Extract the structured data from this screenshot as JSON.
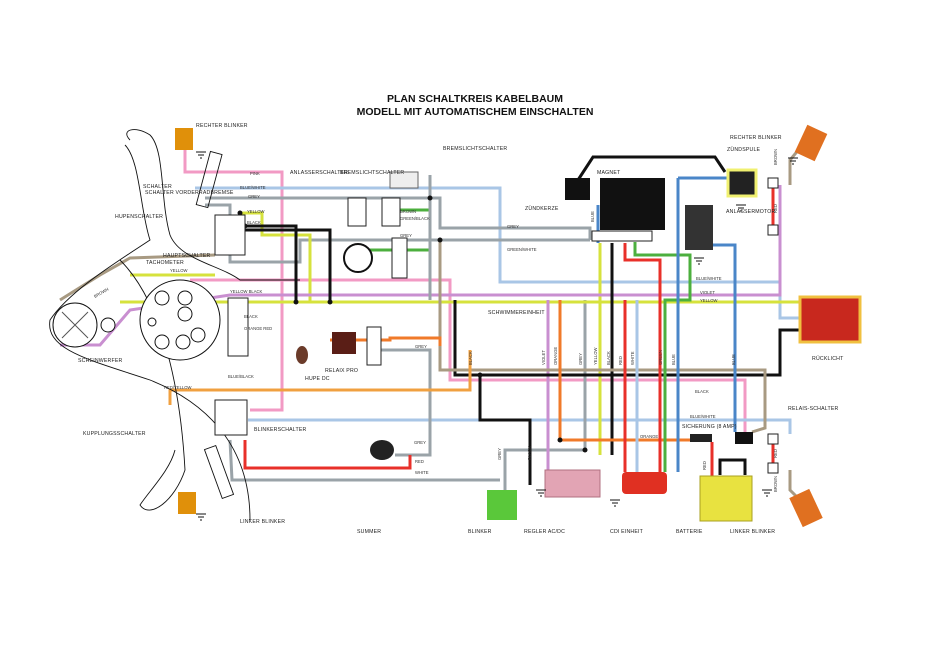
{
  "title": {
    "line1": "PLAN SCHALTKREIS KABELBAUM",
    "line2": "MODELL MIT AUTOMATISCHEM EINSCHALTEN"
  },
  "components": {
    "rechter_blinker_front": "RECHTER BLINKER",
    "schalter_vorderradbremse": "SCHALTER VORDERRADBREMSE",
    "hupenschalter": "HUPENSCHALTER",
    "hauptschalter": "HAUPTSCHALTER",
    "tachometer": "TACHOMETER",
    "scheinwerfer": "SCHEINWERFER",
    "kupplungsschalter": "KUPPLUNGSSCHALTER",
    "linker_blinker_front": "LINKER BLINKER",
    "blinkerschalter": "BLINKERSCHALTER",
    "hupe": "HUPE DC",
    "relaix": "RELAIX PRO",
    "summer": "SUMMER",
    "blinker": "BLINKER",
    "regler": "REGLER AC/DC",
    "cdi": "CDI EINHEIT",
    "batterie": "BATTERIE",
    "linker_blinker_rear": "LINKER BLINKER",
    "ruecklicht": "RÜCKLICHT",
    "relais_schalter": "RELAIS-SCHALTER",
    "sicherung": "SICHERUNG (8 AMP)",
    "schwimmereinheit": "SCHWIMMEREINHEIT",
    "bremslichtschalter": "BREMSLICHTSCHALTER",
    "magnet": "MAGNET",
    "zuendkerze": "ZÜNDKERZE",
    "zuendspule": "ZÜNDSPULE",
    "rechter_blinker_rear": "RECHTER BLINKER",
    "anlassermotor": "ANLASSERMOTOR",
    "anlasserschalter": "ANLASSERSCHALTER",
    "bremsschalter_hinten": "BREMSLICHTSCHALTER"
  },
  "wire_labels": {
    "pink": "PINK",
    "blue_white_top": "BLUE/WHITE",
    "grey_top": "GREY",
    "yellow_a": "YELLOW",
    "black_a": "BLACK",
    "brown": "BROWN",
    "green_black": "GREEN/BLACK",
    "grey_b": "GREY",
    "yellow_b": "YELLOW",
    "yellow_black": "YELLOW BLACK",
    "black_b": "BLACK",
    "orange_red": "ORANGE RED",
    "blue_black": "BLUE/BLACK",
    "red_yellow": "RED/YELLOW",
    "grey_c": "GREY",
    "grey_d": "GREY",
    "red": "RED",
    "white": "WHITE",
    "grey_e": "GREY",
    "green_white": "GREEN/WHITE",
    "blue_mag": "BLUE",
    "blue_white_r": "BLUE/WHITE",
    "violet": "VIOLET",
    "yellow_r": "YELLOW",
    "black_v": "BLACK",
    "violet_v": "VIOLET",
    "orange_v": "ORANGE",
    "grey_v": "GREY",
    "yellow_v": "YELLOW",
    "black_v2": "BLACK",
    "red_v": "RED",
    "white_v": "WHITE",
    "green_v": "GREEN",
    "blue_v": "BLUE",
    "blue_v2": "BLUE",
    "black_h": "BLACK",
    "blue_white_h": "BLUE/WHITE",
    "orange_h": "ORANGE",
    "red_bat": "RED",
    "grey_bl": "GREY",
    "black_reg": "BLACK",
    "red_rb": "RED",
    "brown_rb": "BROWN",
    "brown_front": "BROWN",
    "red_lb": "RED",
    "brown_lb": "BROWN"
  },
  "colors": {
    "pink": "#f29ac4",
    "violet": "#c98fd0",
    "blue_white": "#a9c6e6",
    "grey": "#9aa3a8",
    "yellow": "#d6e23c",
    "black": "#111111",
    "brown": "#a89a82",
    "green": "#4caf3e",
    "red": "#e8302a",
    "orange": "#f07a2a",
    "blue": "#4a86c8",
    "orange_light": "#f0a040"
  }
}
